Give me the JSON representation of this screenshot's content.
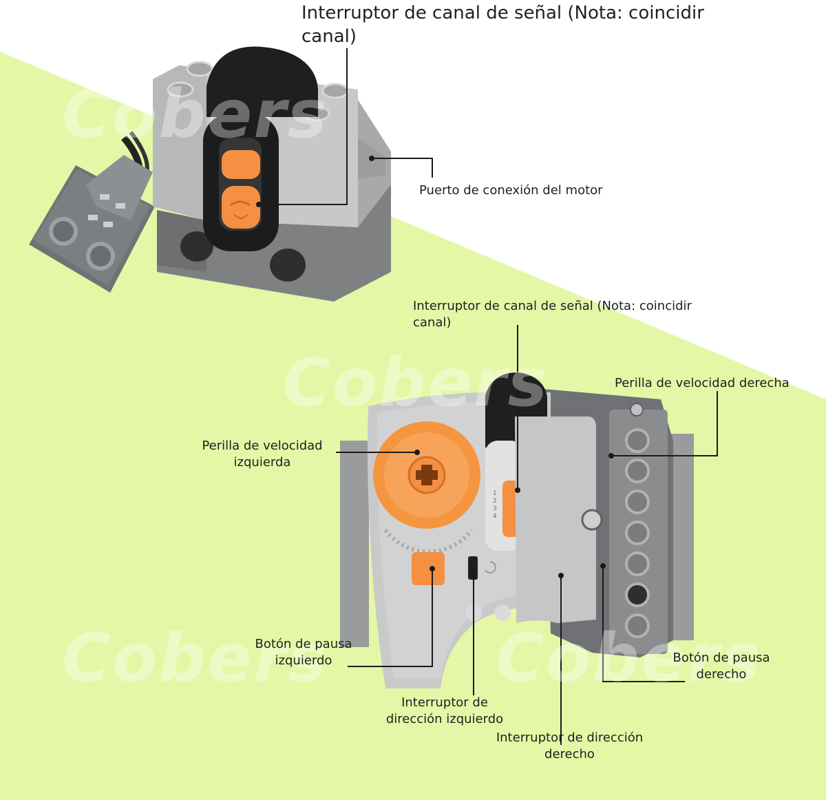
{
  "colors": {
    "background_green": "#e4f7a6",
    "brick_light_gray": "#c9c9c9",
    "brick_dark_gray": "#8a8c8e",
    "orange_accent": "#f58f42",
    "black_part": "#1f1f1f"
  },
  "watermark": "Cobers",
  "labels": {
    "top_channel_switch": "Interruptor de canal de señal (Nota: coincidir canal)",
    "motor_port": "Puerto de conexión del motor",
    "remote_channel_switch": "Interruptor de canal de señal (Nota: coincidir canal)",
    "right_speed_knob": "Perilla de velocidad derecha",
    "left_speed_knob": "Perilla de velocidad izquierda",
    "left_pause_button": "Botón de pausa izquierdo",
    "left_direction_switch": "Interruptor de dirección izquierdo",
    "right_direction_switch": "Interruptor de dirección derecho",
    "right_pause_button": "Botón de pausa derecho"
  },
  "remote": {
    "channel_numbers": [
      "1",
      "2",
      "3",
      "4"
    ]
  }
}
